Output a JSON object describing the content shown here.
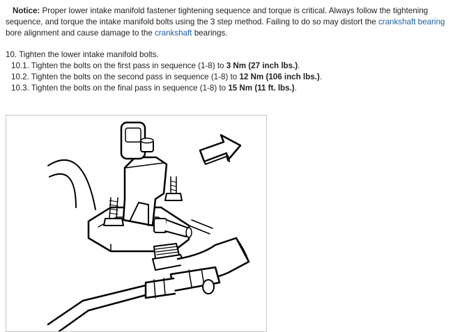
{
  "notice": {
    "label": "Notice:",
    "text_1": "Proper lower intake manifold fastener tightening sequence and torque is critical. Always follow the tightening sequence, and torque the intake manifold bolts using the 3 step method. Failing to do so may distort the",
    "link_1": "crankshaft bearing",
    "text_2": "bore alignment and cause damage to the",
    "link_2": "crankshaft",
    "text_3": "bearings."
  },
  "step": {
    "heading": "10. Tighten the lower intake manifold bolts.",
    "substeps": [
      {
        "prefix": "10.1. Tighten the bolts on the first pass in sequence (1-8) to",
        "value": "3 Nm (27 inch lbs.)",
        "suffix": "."
      },
      {
        "prefix": "10.2. Tighten the bolts on the second pass in sequence (1-8) to",
        "value": "12 Nm (106 inch lbs.)",
        "suffix": "."
      },
      {
        "prefix": "10.3. Tighten the bolts on the final pass in sequence (1-8) to",
        "value": "15 Nm (11 ft. lbs.)",
        "suffix": "."
      }
    ]
  },
  "colors": {
    "link": "#1a5fa8",
    "text": "#222222",
    "border": "#c8c8c8"
  },
  "figure": {
    "name": "lower-intake-manifold-illustration"
  }
}
